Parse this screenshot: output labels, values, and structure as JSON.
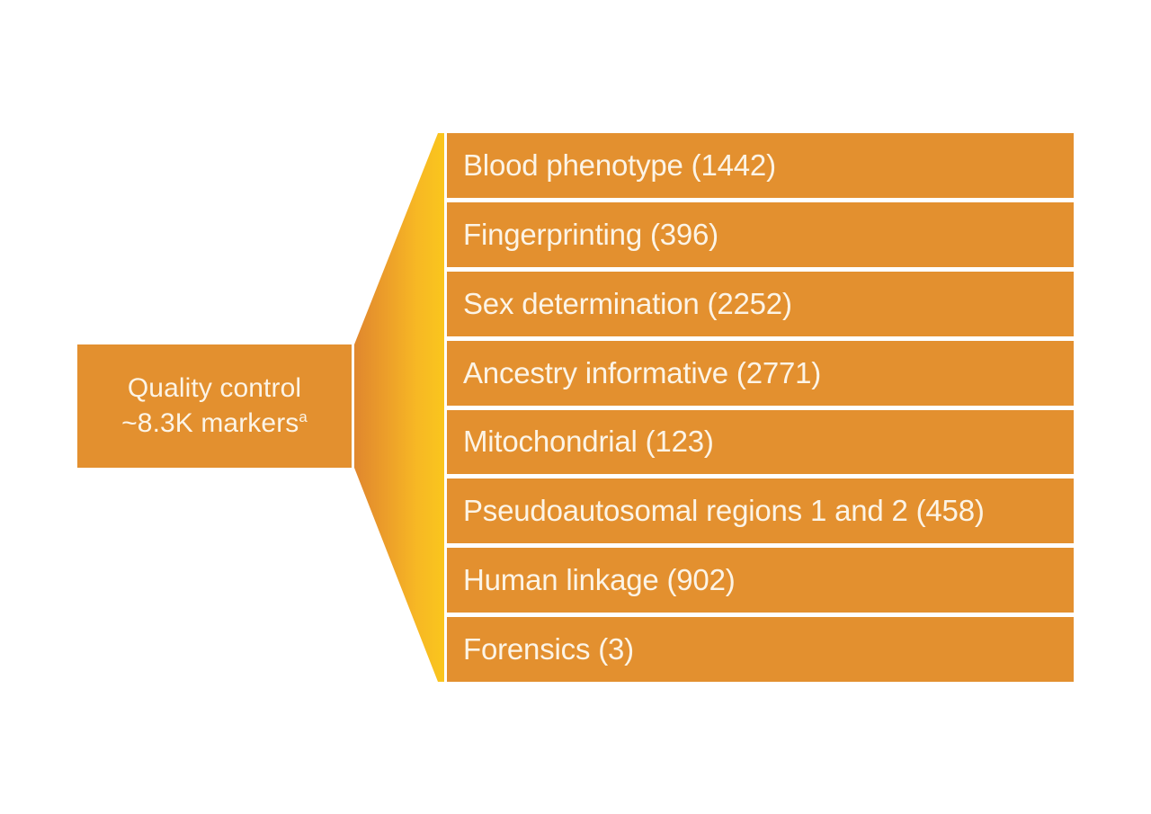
{
  "diagram": {
    "type": "funnel-to-list",
    "background_color": "#ffffff",
    "accent_color": "#E3902F",
    "gradient_from": "#E8912D",
    "gradient_to": "#F9C01F",
    "text_color": "#FCF4E6",
    "source": {
      "line1": "Quality control",
      "line2_prefix": "~8.3K markers",
      "line2_superscript": "a"
    },
    "connector": {
      "shape_name": "funnel-chevron",
      "gradient_direction": "left-to-right"
    },
    "categories": [
      {
        "label": "Blood phenotype (1442)",
        "name": "Blood phenotype",
        "count": 1442
      },
      {
        "label": "Fingerprinting (396)",
        "name": "Fingerprinting",
        "count": 396
      },
      {
        "label": "Sex determination (2252)",
        "name": "Sex determination",
        "count": 2252
      },
      {
        "label": "Ancestry informative (2771)",
        "name": "Ancestry informative",
        "count": 2771
      },
      {
        "label": "Mitochondrial (123)",
        "name": "Mitochondrial",
        "count": 123
      },
      {
        "label": "Pseudoautosomal regions 1 and 2 (458)",
        "name": "Pseudoautosomal regions 1 and 2",
        "count": 458
      },
      {
        "label": "Human linkage (902)",
        "name": "Human linkage",
        "count": 902
      },
      {
        "label": "Forensics (3)",
        "name": "Forensics",
        "count": 3
      }
    ]
  }
}
